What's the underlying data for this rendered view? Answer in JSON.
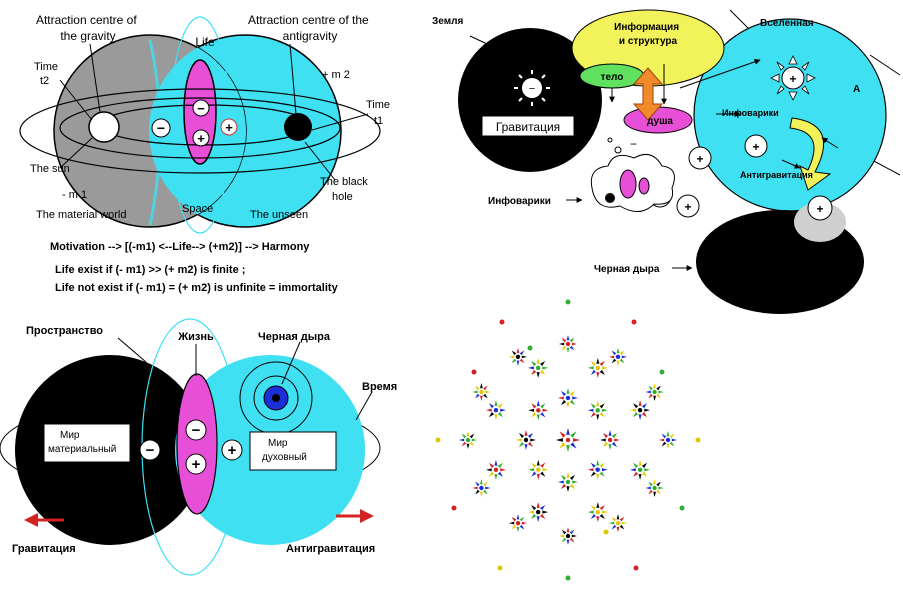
{
  "colors": {
    "cyan": "#3fe0f2",
    "magenta": "#e64fd6",
    "grey": "#9a9a9a",
    "black": "#000000",
    "yellow": "#f2f25a",
    "green": "#5fe05f",
    "orange": "#f08a2a",
    "red": "#d32222",
    "blue": "#1b2fd6"
  },
  "panel1": {
    "attraction_gravity": [
      "Attraction centre of",
      "the gravity"
    ],
    "attraction_antigravity": [
      "Attraction centre of the",
      "antigravity"
    ],
    "life": "Life",
    "time_t2": [
      "Time",
      "t2"
    ],
    "time_t1": [
      "Time",
      "t1"
    ],
    "plus_m2": "+ m 2",
    "the_sun": "The sun",
    "minus_m1": "- m 1",
    "material_world": "The material world",
    "space": "Space",
    "the_unseen": "The unseen",
    "black_hole": [
      "The black",
      "hole"
    ],
    "minus_sign": "−",
    "plus_sign": "+",
    "formula_lines": [
      "Motivation --> [(-m1) <--Life--> (+m2)] --> Harmony",
      "Life exist if (- m1) >> (+ m2) is finite ;",
      "Life not exist if (- m1) = (+ m2) is unfinite = immortality"
    ]
  },
  "panel2": {
    "zemlya": "Земля",
    "info_structure": [
      "Информация",
      "и структура"
    ],
    "vselennaya": "Вселенная",
    "telo": "тело",
    "dusha": "душа",
    "gravitatsiya": "Гравитация",
    "infovariki_right": "Инфоварики",
    "antigravitatsiya": "Антигравитация",
    "infovariki_left": "Инфоварики",
    "chernaya_dyra": "Черная дыра",
    "letter_a": "А",
    "plus_sign": "+",
    "minus_sign": "−"
  },
  "panel3": {
    "prostranstvo": "Пространство",
    "zhizn": "Жизнь",
    "chernaya_dyra": "Черная дыра",
    "vremya": "Время",
    "mir_materialny": [
      "Мир",
      "материальный"
    ],
    "mir_dukhovny": [
      "Мир",
      "духовный"
    ],
    "gravitatsiya": "Гравитация",
    "antigravitatsiya": "Антигравитация",
    "minus_sign": "−",
    "plus_sign": "+"
  }
}
